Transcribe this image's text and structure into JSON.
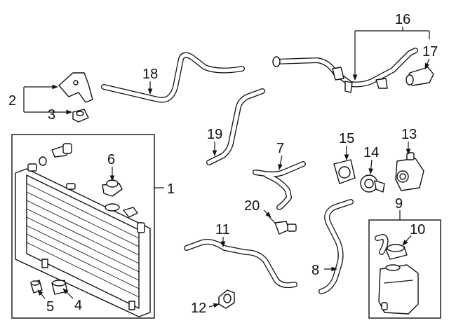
{
  "callouts": [
    {
      "id": "1",
      "text": "1"
    },
    {
      "id": "2",
      "text": "2"
    },
    {
      "id": "3",
      "text": "3"
    },
    {
      "id": "4",
      "text": "4"
    },
    {
      "id": "5",
      "text": "5"
    },
    {
      "id": "6",
      "text": "6"
    },
    {
      "id": "7",
      "text": "7"
    },
    {
      "id": "8",
      "text": "8"
    },
    {
      "id": "9",
      "text": "9"
    },
    {
      "id": "10",
      "text": "10"
    },
    {
      "id": "11",
      "text": "11"
    },
    {
      "id": "12",
      "text": "12"
    },
    {
      "id": "13",
      "text": "13"
    },
    {
      "id": "14",
      "text": "14"
    },
    {
      "id": "15",
      "text": "15"
    },
    {
      "id": "16",
      "text": "16"
    },
    {
      "id": "17",
      "text": "17"
    },
    {
      "id": "18",
      "text": "18"
    },
    {
      "id": "19",
      "text": "19"
    },
    {
      "id": "20",
      "text": "20"
    }
  ],
  "colors": {
    "line": "#111111",
    "background": "#ffffff"
  }
}
